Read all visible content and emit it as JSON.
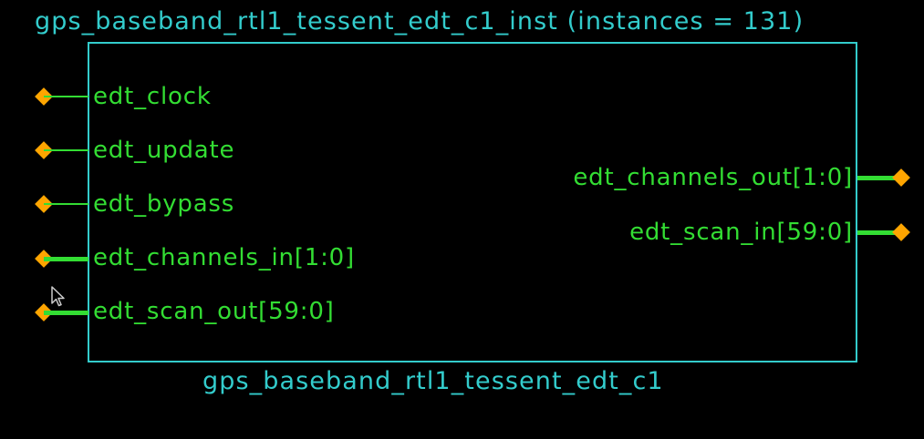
{
  "instance_title": "gps_baseband_rtl1_tessent_edt_c1_inst (instances = 131)",
  "module_name": "gps_baseband_rtl1_tessent_edt_c1",
  "input_pins": [
    {
      "name": "edt_clock",
      "bus": false
    },
    {
      "name": "edt_update",
      "bus": false
    },
    {
      "name": "edt_bypass",
      "bus": false
    },
    {
      "name": "edt_channels_in[1:0]",
      "bus": true
    },
    {
      "name": "edt_scan_out[59:0]",
      "bus": true
    }
  ],
  "output_pins": [
    {
      "name": "edt_channels_out[1:0]",
      "bus": true
    },
    {
      "name": "edt_scan_in[59:0]",
      "bus": true
    }
  ],
  "colors": {
    "background": "#000000",
    "block_border": "#33cccc",
    "pin_text": "#33dd33",
    "port_marker": "#ffa500"
  }
}
